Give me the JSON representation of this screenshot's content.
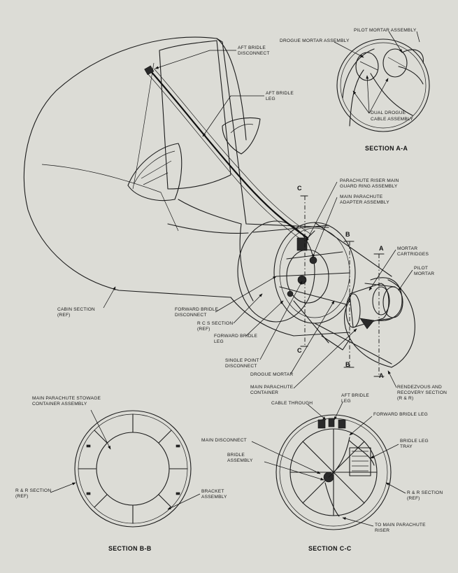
{
  "labels": {
    "aft_bridle_disconnect": [
      "AFT BRIDLE",
      "DISCONNECT"
    ],
    "aft_bridle_leg_top": [
      "AFT BRIDLE",
      "LEG"
    ],
    "drogue_mortar_assembly": "DROGUE MORTAR ASSEMBLY",
    "pilot_mortar_assembly": "PILOT MORTAR ASSEMBLY",
    "dual_drogue_cable_assembly": [
      "DUAL DROGUE",
      "CABLE ASSEMBLY"
    ],
    "parachute_riser_main": [
      "PARACHUTE RISER MAIN",
      "GUARD RING ASSEMBLY"
    ],
    "main_parachute_adapter": [
      "MAIN PARACHUTE",
      "ADAPTER ASSEMBLY"
    ],
    "mortar_cartridges": [
      "MORTAR",
      "CARTRIDGES"
    ],
    "pilot_mortar": [
      "PILOT",
      "MORTAR"
    ],
    "cabin_section": [
      "CABIN SECTION",
      "(REF)"
    ],
    "forward_bridle_disconnect": [
      "FORWARD BRIDLE",
      "DISCONNECT"
    ],
    "rcs_section": [
      "R C S SECTION",
      "(REF)"
    ],
    "forward_bridle_leg": [
      "FORWARD BRIDLE",
      "LEG"
    ],
    "single_point_disconnect": [
      "SINGLE POINT",
      "DISCONNECT"
    ],
    "drogue_mortar": "DROGUE MORTAR",
    "main_parachute_container": [
      "MAIN PARACHUTE",
      "CONTAINER"
    ],
    "rendezvous_recovery": [
      "RENDEZVOUS AND",
      "RECOVERY SECTION",
      "(R & R)"
    ],
    "stowage_container": [
      "MAIN PARACHUTE STOWAGE",
      "CONTAINER ASSEMBLY"
    ],
    "rr_section_left": [
      "R & R SECTION",
      "(REF)"
    ],
    "bracket_assembly": [
      "BRACKET",
      "ASSEMBLY"
    ],
    "cable_through": "CABLE THROUGH",
    "aft_bridle_leg_cc": [
      "AFT BRIDLE",
      "LEG"
    ],
    "forward_bridle_leg_cc": "FORWARD BRIDLE LEG",
    "main_disconnect": "MAIN DISCONNECT",
    "bridle_assembly": [
      "BRIDLE",
      "ASSEMBLY"
    ],
    "bridle_leg_tray": [
      "BRIDLE LEG",
      "TRAY"
    ],
    "rr_section_right": [
      "R & R SECTION",
      "(REF)"
    ],
    "to_main_parachute_riser": [
      "TO MAIN PARACHUTE",
      "RISER"
    ]
  },
  "section_titles": {
    "aa": "SECTION A-A",
    "bb": "SECTION B-B",
    "cc": "SECTION C-C"
  },
  "cut_markers": {
    "a": "A",
    "b": "B",
    "c": "C"
  }
}
